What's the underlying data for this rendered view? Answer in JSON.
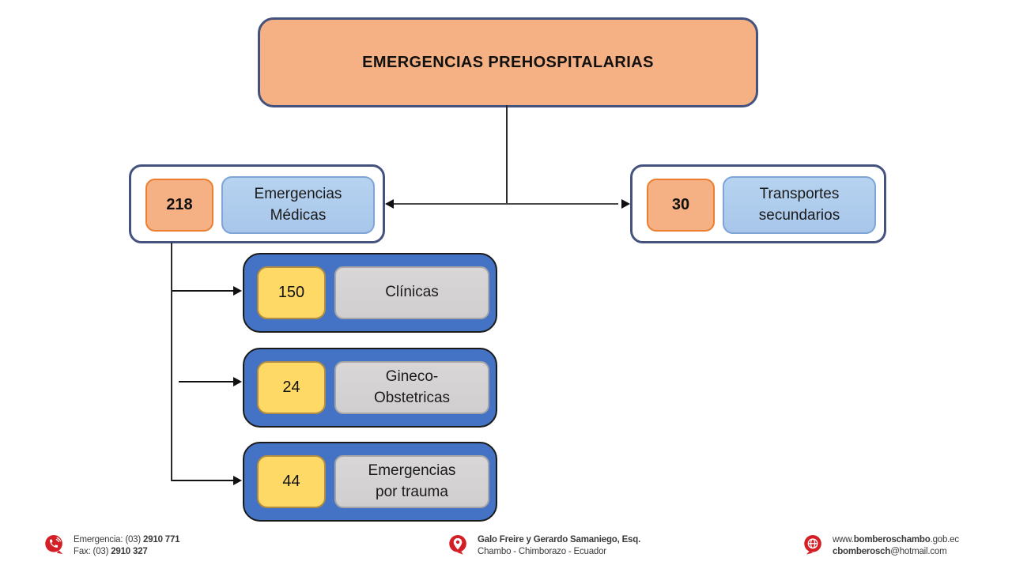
{
  "diagram": {
    "root": {
      "label": "EMERGENCIAS PREHOSPITALARIAS"
    },
    "branches": [
      {
        "count": "218",
        "label": "Emergencias\nMédicas"
      },
      {
        "count": "30",
        "label": "Transportes\nsecundarios"
      }
    ],
    "children": [
      {
        "count": "150",
        "label": "Clínicas"
      },
      {
        "count": "24",
        "label": "Gineco-\nObstetricas"
      },
      {
        "count": "44",
        "label": "Emergencias\npor trauma"
      }
    ]
  },
  "footer": {
    "phone": {
      "line1_normal": "Emergencia: (03) ",
      "line1_bold": "2910 771",
      "line2_normal": "Fax: (03) ",
      "line2_bold": "2910 327"
    },
    "location": {
      "line1": "Galo Freire y Gerardo Samaniego, Esq.",
      "line2": "Chambo - Chimborazo - Ecuador"
    },
    "web": {
      "url_prefix": "www.",
      "url_bold": "bomberoschambo",
      "url_suffix": ".gob.ec",
      "email_bold": "cbomberosch",
      "email_suffix": "@hotmail.com"
    }
  },
  "colors": {
    "orange_fill": "#F5B183",
    "orange_border": "#ED7D31",
    "blue_label_fill": "#A8C6EA",
    "blue_label_border": "#7FA5D6",
    "navy_border": "#44537D",
    "child_container_fill": "#4472C4",
    "child_container_border": "#1A1A1A",
    "yellow_fill": "#FFD966",
    "yellow_border": "#B18C41",
    "gray_fill": "#D0CECE",
    "gray_border": "#A6A6A6",
    "footer_red": "#D41F26",
    "line": "#2B2B2B",
    "footer_text": "#3A3A3A"
  }
}
